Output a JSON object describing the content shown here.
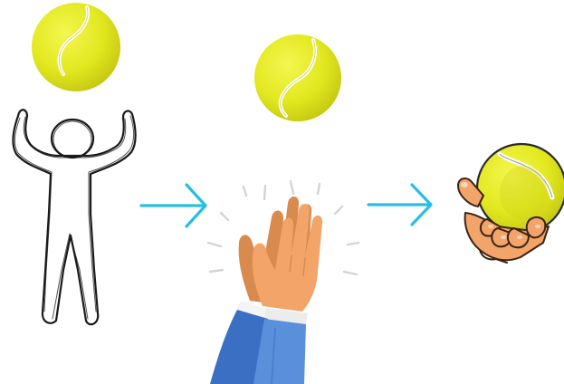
{
  "steps": [
    {
      "name": "throw",
      "icon": "person-throwing-ball-icon",
      "ball_icon": "tennis-ball-icon"
    },
    {
      "name": "clap",
      "icon": "clapping-hands-icon",
      "ball_icon": "tennis-ball-icon"
    },
    {
      "name": "catch",
      "icon": "hand-catching-ball-icon"
    }
  ],
  "connectors": [
    {
      "from": "throw",
      "to": "clap",
      "icon": "arrow-right-icon"
    },
    {
      "from": "clap",
      "to": "catch",
      "icon": "arrow-right-icon"
    }
  ],
  "colors": {
    "background": "#ffffff",
    "ball": "#e2e81f",
    "ball_shade": "#c8c914",
    "ball_seam": "#ffffff",
    "arrow": "#27bde6",
    "skin": "#f2a469",
    "skin_dark": "#d98a4e",
    "sleeve": "#3a6fc4",
    "sleeve_light": "#5a8fdc",
    "cuff": "#f4f4f4",
    "sketch": "#1a1a1a",
    "clap_lines": "#d4d4d4"
  }
}
